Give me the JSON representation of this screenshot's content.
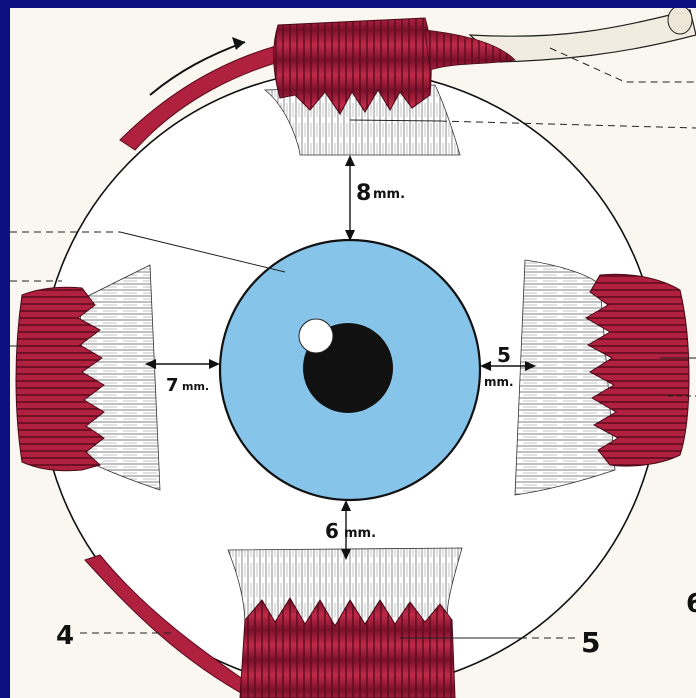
{
  "measurements": {
    "top": "8",
    "top_unit": "mm.",
    "left": "7",
    "left_unit": "mm.",
    "right": "5",
    "right_unit": "mm.",
    "bottom": "6",
    "bottom_unit": "mm."
  },
  "labels": {
    "label_4": "4",
    "label_5": "5",
    "label_6_partial": "6"
  },
  "colors": {
    "frame": "#0b1080",
    "paper": "#faf7f0",
    "muscle": "#b0203f",
    "muscle_dark": "#6e0f26",
    "iris": "#86c4ea",
    "pupil": "#111111",
    "sclera": "#ffffff"
  }
}
